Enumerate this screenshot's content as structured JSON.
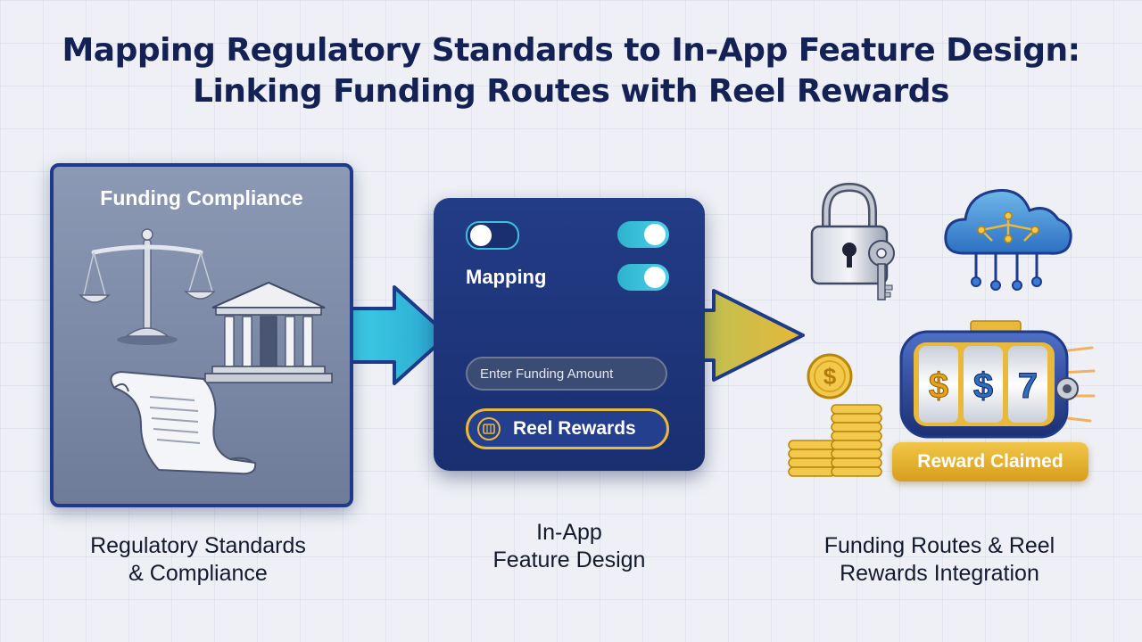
{
  "title": {
    "line1": "Mapping Regulatory Standards to In-App Feature Design:",
    "line2": "Linking Funding Routes with Reel Rewards"
  },
  "left_panel": {
    "heading": "Funding Compliance",
    "caption_line1": "Regulatory Standards",
    "caption_line2": "& Compliance"
  },
  "mid_panel": {
    "mapping_label": "Mapping",
    "input_placeholder": "Enter Funding Amount",
    "button_label": "Reel Rewards",
    "caption_line1": "In-App",
    "caption_line2": "Feature Design",
    "toggles": [
      "off",
      "on",
      "on"
    ]
  },
  "right_panel": {
    "badge": "Reward Claimed",
    "reel_symbols": [
      "$",
      "$",
      "7"
    ],
    "coin_symbol": "$",
    "caption_line1": "Funding Routes & Reel",
    "caption_line2": "Rewards Integration"
  },
  "colors": {
    "navy": "#142155",
    "panel_blue": "#223c86",
    "teal": "#2db3cf",
    "gold": "#e8b93a"
  }
}
